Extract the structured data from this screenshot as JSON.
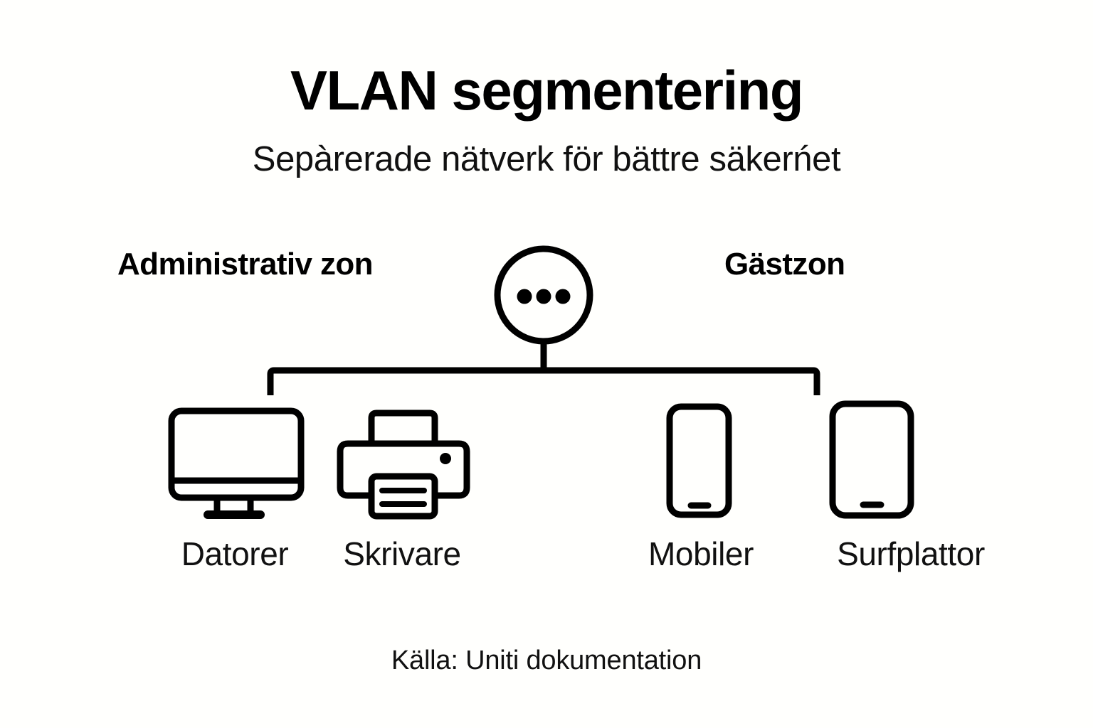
{
  "header": {
    "title": "VLAN segmentering",
    "subtitle": "Sepàrerade nätverk för bättre säkerńet"
  },
  "zones": [
    {
      "id": "admin",
      "label": "Administrativ zon"
    },
    {
      "id": "guest",
      "label": "Gästzon"
    }
  ],
  "central_node": {
    "icon": "ellipsis-icon",
    "dots": 3
  },
  "devices": [
    {
      "id": "datorer",
      "label": "Datorer",
      "icon": "desktop-monitor-icon",
      "zone": "admin"
    },
    {
      "id": "skrivare",
      "label": "Skrivare",
      "icon": "printer-icon",
      "zone": "admin"
    },
    {
      "id": "mobiler",
      "label": "Mobiler",
      "icon": "mobile-phone-icon",
      "zone": "guest"
    },
    {
      "id": "surfplattor",
      "label": "Surfplattor",
      "icon": "tablet-icon",
      "zone": "guest"
    }
  ],
  "footer": {
    "source": "Källa: Uniti dokumentation"
  },
  "colors": {
    "background": "#fffffd",
    "ink": "#000000",
    "text": "#111111"
  }
}
